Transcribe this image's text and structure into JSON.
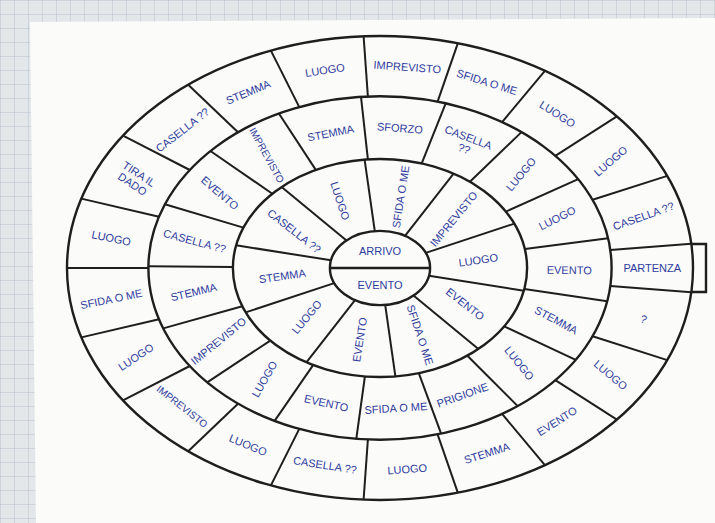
{
  "diagram": {
    "nodes": [
      {
        "text": [
          "PARTENZA"
        ]
      },
      {
        "text": [
          "?"
        ]
      },
      {
        "text": [
          "LUOGO"
        ]
      },
      {
        "text": [
          "EVENTO"
        ]
      },
      {
        "text": [
          "STEMMA"
        ]
      },
      {
        "text": [
          "LUOGO"
        ]
      },
      {
        "text": [
          "CASELLA ??"
        ]
      },
      {
        "text": [
          "LUOGO"
        ]
      },
      {
        "text": [
          "IMPREVISTO"
        ]
      },
      {
        "text": [
          "LUOGO"
        ]
      },
      {
        "text": [
          "SFIDA O ME"
        ]
      },
      {
        "text": [
          "LUOGO"
        ]
      },
      {
        "text": [
          "TIRA IL DADO"
        ]
      },
      {
        "text": [
          "CASELLA ??"
        ]
      },
      {
        "text": [
          "STEMMA"
        ]
      },
      {
        "text": [
          "LUOGO"
        ]
      },
      {
        "text": [
          "IMPREVISTO"
        ]
      },
      {
        "text": [
          "SFIDA O ME"
        ]
      },
      {
        "text": [
          "LUOGO"
        ]
      },
      {
        "text": [
          "LUOGO"
        ]
      },
      {
        "text": [
          "CASELLA ??"
        ]
      },
      {
        "text": [
          "EVENTO"
        ]
      },
      {
        "text": [
          "STEMMA"
        ]
      },
      {
        "text": [
          "LUOGO"
        ]
      },
      {
        "text": [
          "PRIGIONE"
        ]
      },
      {
        "text": [
          "SFIDA O ME"
        ]
      },
      {
        "text": [
          "EVENTO"
        ]
      },
      {
        "text": [
          "LUOGO"
        ]
      },
      {
        "text": [
          "IMPREVISTO"
        ]
      },
      {
        "text": [
          "STEMMA"
        ]
      },
      {
        "text": [
          "CASELLA ??"
        ]
      },
      {
        "text": [
          "EVENTO"
        ]
      },
      {
        "text": [
          "IMPREVISTO"
        ]
      },
      {
        "text": [
          "STEMMA"
        ]
      },
      {
        "text": [
          "SFORZO"
        ]
      },
      {
        "text": [
          "CASELLA ??"
        ]
      },
      {
        "text": [
          "LUOGO"
        ]
      },
      {
        "text": [
          "LUOGO"
        ]
      },
      {
        "text": [
          "IMPREVISTO"
        ]
      },
      {
        "text": [
          "LUOGO"
        ]
      },
      {
        "text": [
          "EVENTO"
        ]
      },
      {
        "text": [
          "SFIDA O ME"
        ]
      },
      {
        "text": [
          "EVENTO"
        ]
      },
      {
        "text": [
          "LUOGO"
        ]
      },
      {
        "text": [
          "STEMMA"
        ]
      },
      {
        "text": [
          "CASELLA ??"
        ]
      },
      {
        "text": [
          "LUOGO"
        ]
      },
      {
        "text": [
          "SFIDA O ME"
        ]
      },
      {
        "text": [
          "EVENTO"
        ]
      },
      {
        "text": [
          "ARRIVO"
        ]
      }
    ]
  }
}
